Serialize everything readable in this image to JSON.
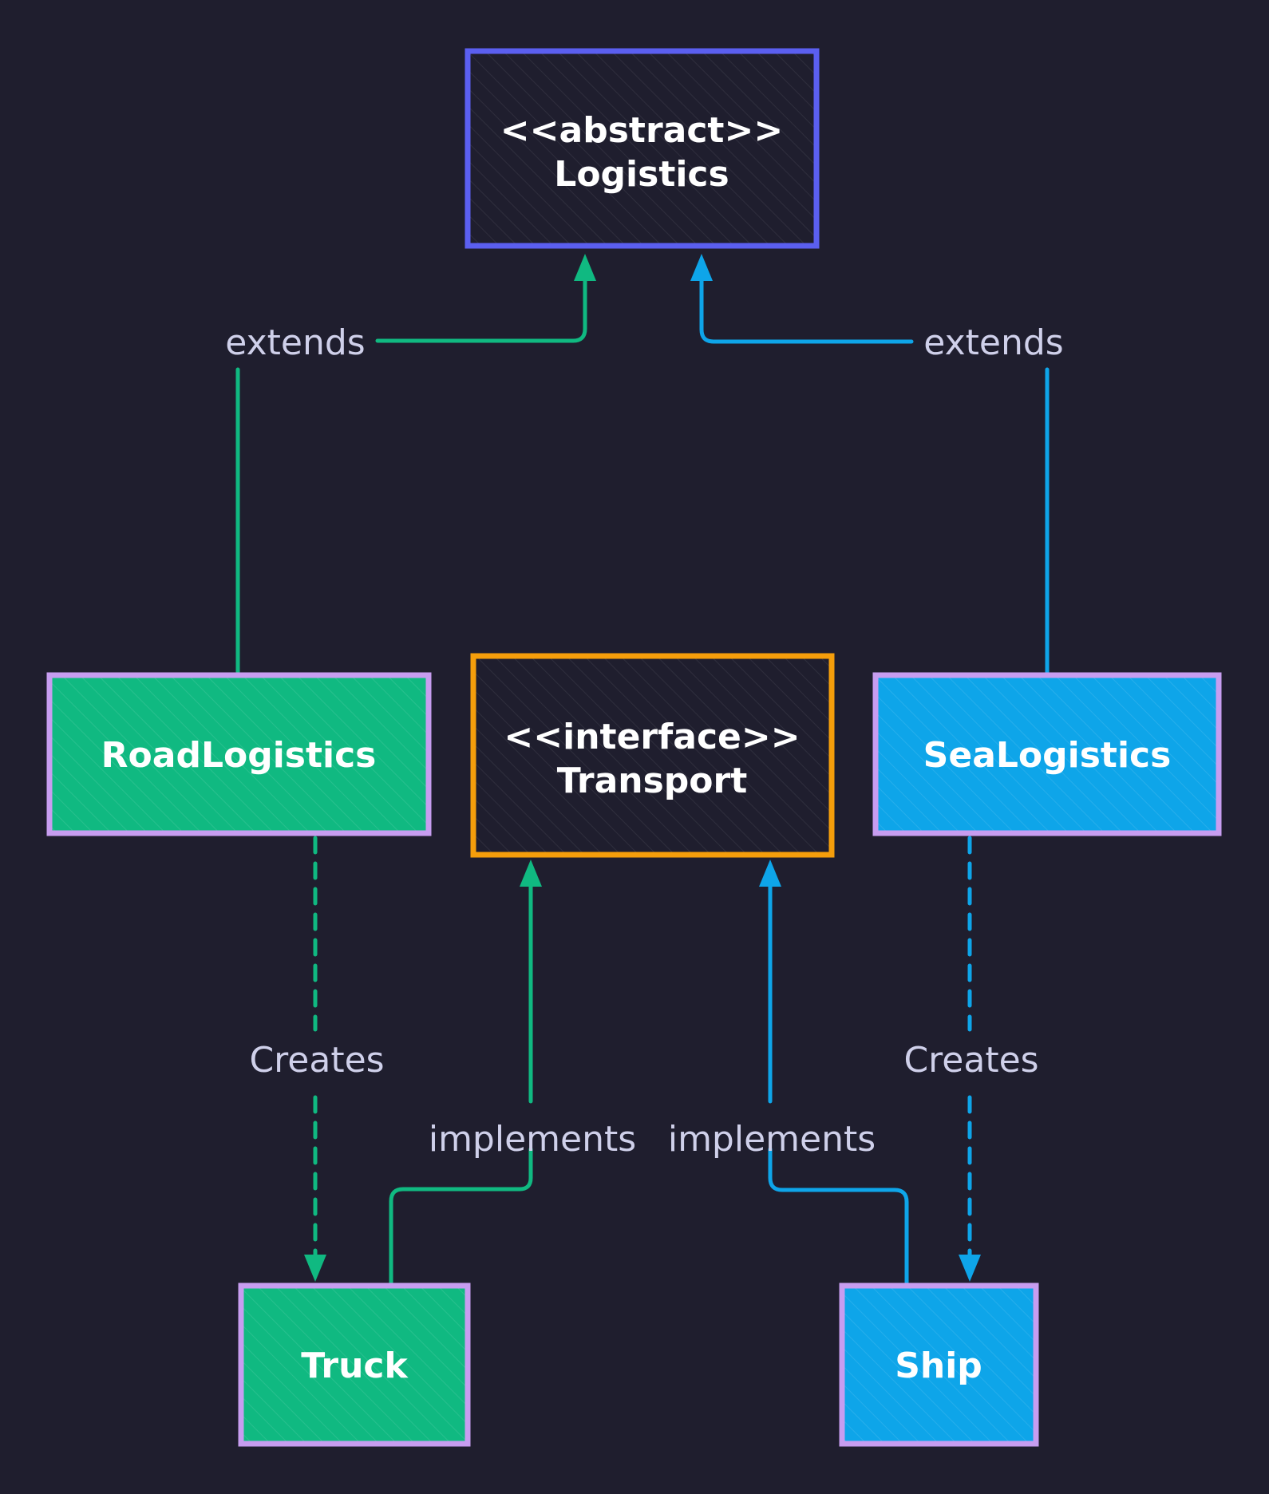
{
  "diagram": {
    "type": "class-diagram",
    "colors": {
      "background": "#1f1e2e",
      "abstract_border": "#5b5ff0",
      "interface_border": "#f59e0b",
      "node_border": "#c79df0",
      "road_fill": "#10b981",
      "sea_fill": "#0ea5e9",
      "road_edge": "#10b981",
      "sea_edge": "#0ea5e9",
      "text": "#ffffff",
      "label_text": "#cfd0ea",
      "dark_fill": "#1f1e2e"
    },
    "nodes": {
      "logistics": {
        "stereotype": "<<abstract>>",
        "name": "Logistics"
      },
      "transport": {
        "stereotype": "<<interface>>",
        "name": "Transport"
      },
      "road_logistics": {
        "name": "RoadLogistics"
      },
      "sea_logistics": {
        "name": "SeaLogistics"
      },
      "truck": {
        "name": "Truck"
      },
      "ship": {
        "name": "Ship"
      }
    },
    "edges": {
      "road_extends": "extends",
      "sea_extends": "extends",
      "road_creates": "Creates",
      "sea_creates": "Creates",
      "truck_implements": "implements",
      "ship_implements": "implements"
    }
  }
}
